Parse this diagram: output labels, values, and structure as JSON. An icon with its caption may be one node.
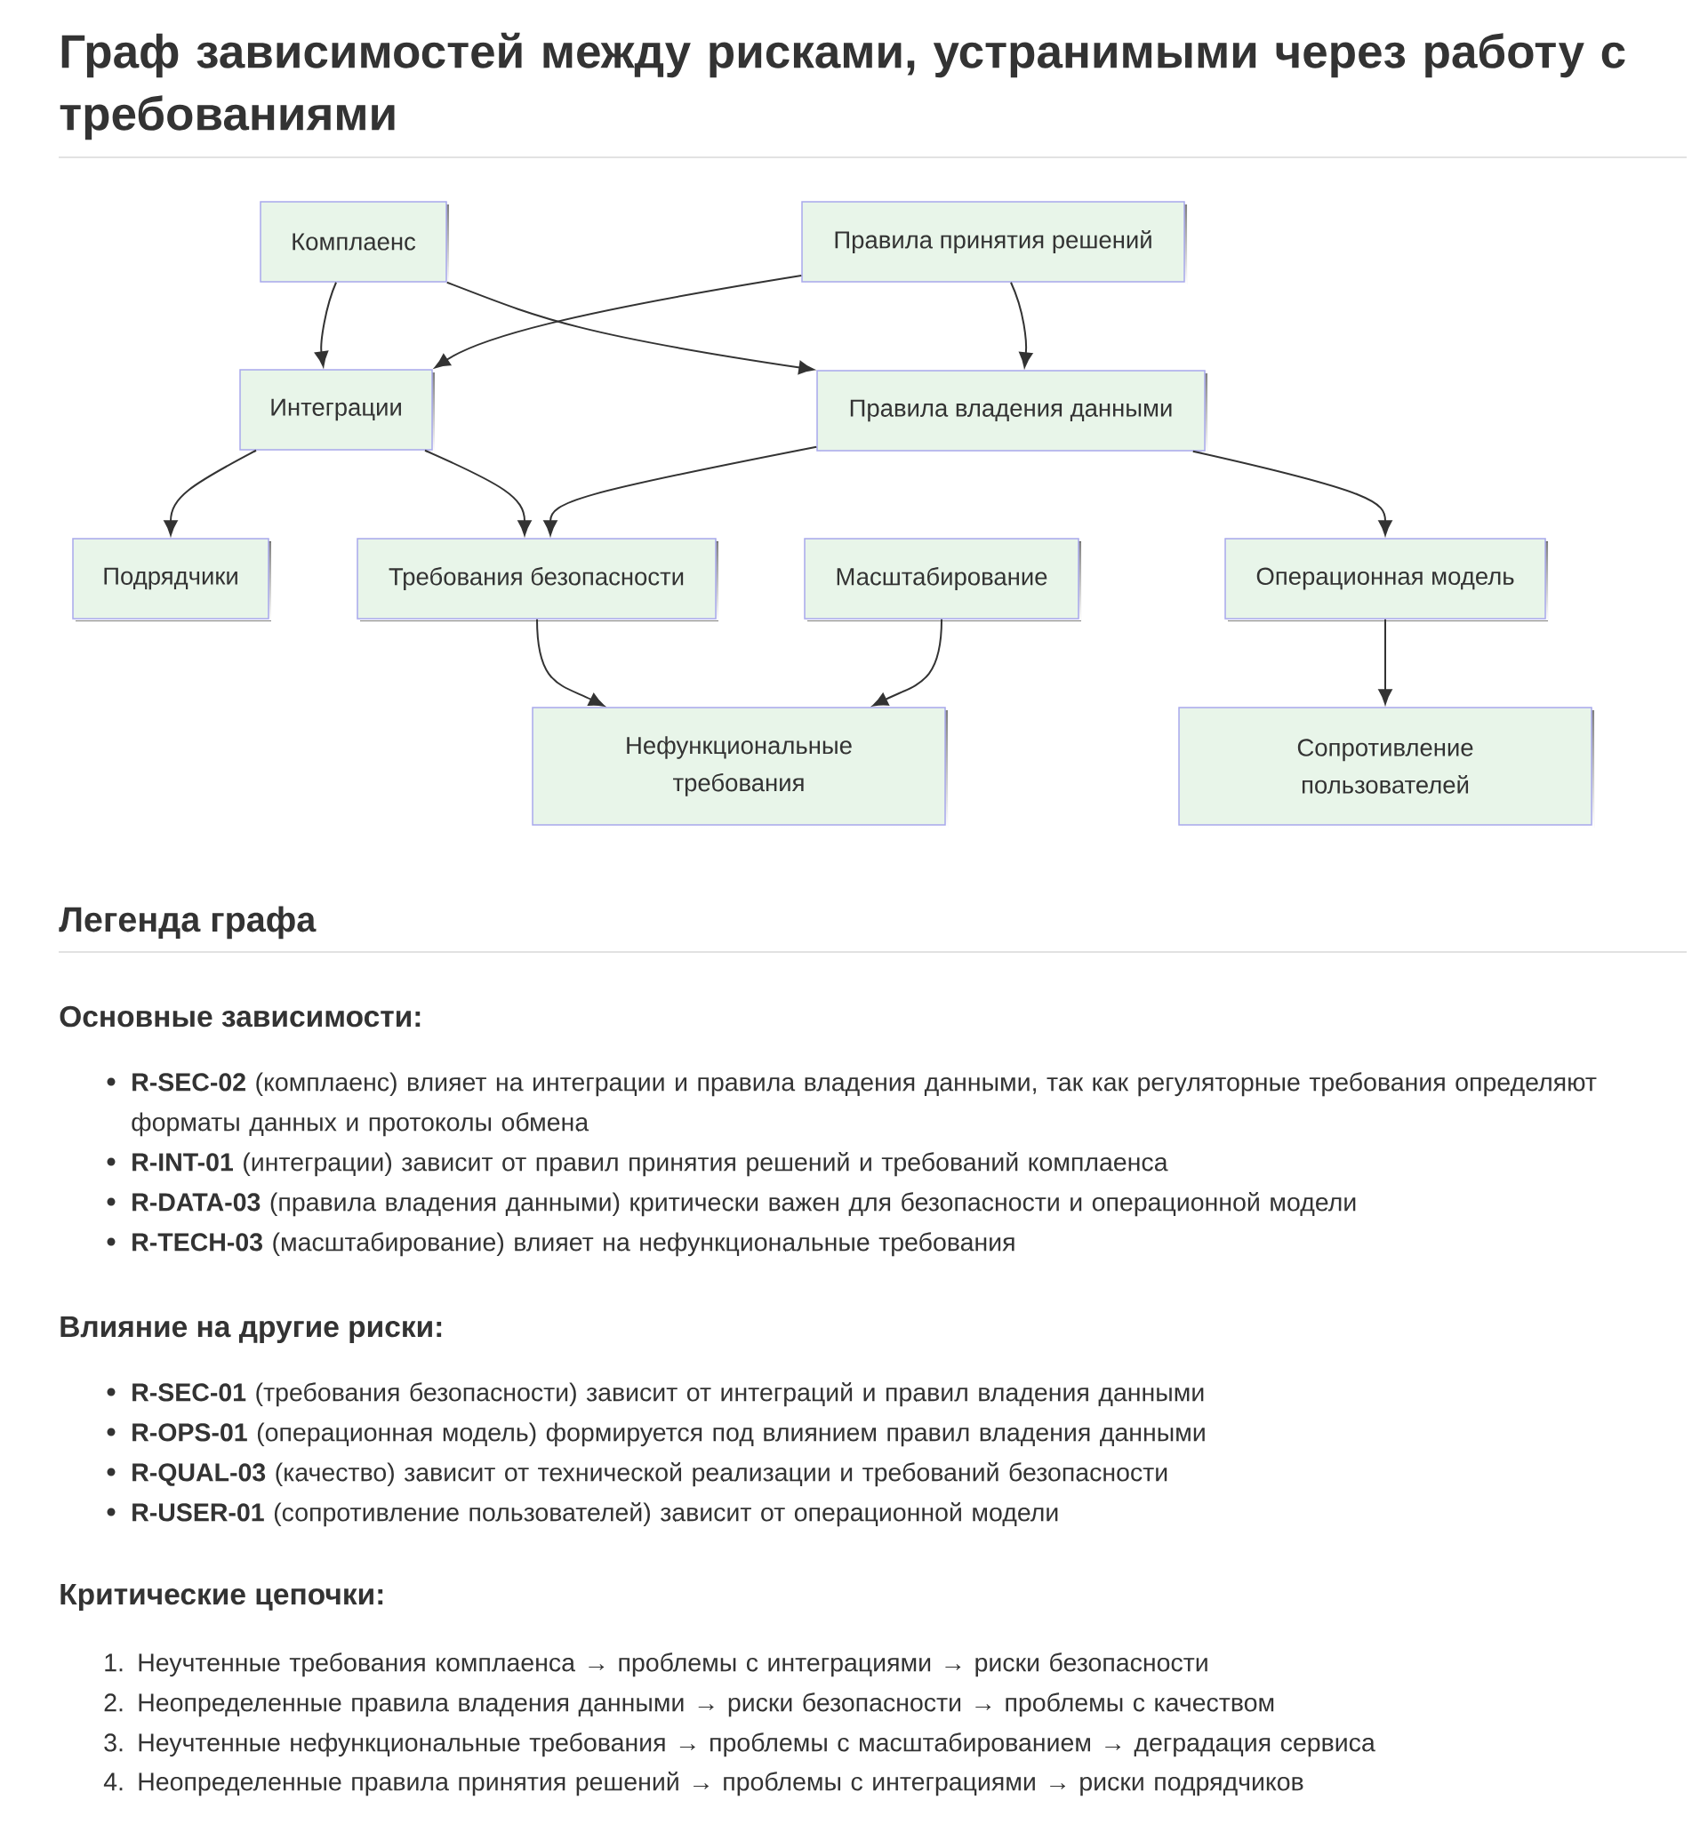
{
  "diagram": {
    "title": "Граф зависимостей между рисками, устранимыми через работу с требованиями",
    "nodes": [
      {
        "text": [
          "Комплаенс"
        ]
      },
      {
        "text": [
          "Правила принятия решений"
        ]
      },
      {
        "text": [
          "Интеграции"
        ]
      },
      {
        "text": [
          "Правила владения данными"
        ]
      },
      {
        "text": [
          "Подрядчики"
        ]
      },
      {
        "text": [
          "Требования безопасности"
        ]
      },
      {
        "text": [
          "Масштабирование"
        ]
      },
      {
        "text": [
          "Операционная модель"
        ]
      },
      {
        "text": [
          "Нефункциональные требования"
        ]
      },
      {
        "text": [
          "Сопротивление пользователей"
        ]
      }
    ],
    "edges": [
      {
        "from": 0,
        "to": 2,
        "arrow": "to"
      },
      {
        "from": 0,
        "to": 3,
        "arrow": "to"
      },
      {
        "from": 1,
        "to": 2,
        "arrow": "to"
      },
      {
        "from": 1,
        "to": 3,
        "arrow": "to"
      },
      {
        "from": 2,
        "to": 4,
        "arrow": "to"
      },
      {
        "from": 2,
        "to": 5,
        "arrow": "to"
      },
      {
        "from": 3,
        "to": 5,
        "arrow": "to"
      },
      {
        "from": 3,
        "to": 7,
        "arrow": "to"
      },
      {
        "from": 5,
        "to": 8,
        "arrow": "to"
      },
      {
        "from": 6,
        "to": 8,
        "arrow": "to"
      },
      {
        "from": 7,
        "to": 9,
        "arrow": "to"
      }
    ],
    "labels": [
      "Легенда графа",
      "Основные зависимости:",
      "**R-SEC-02** (комплаенс) влияет на интеграции и правила владения данными, так как регуляторные требования определяют форматы данных и протоколы обмена",
      "**R-INT-01** (интеграции) зависит от правил принятия решений и требований комплаенса",
      "**R-DATA-03** (правила владения данными) критически важен для безопасности и операционной модели",
      "**R-TECH-03** (масштабирование) влияет на нефункциональные требования",
      "Влияние на другие риски:",
      "**R-SEC-01** (требования безопасности) зависит от интеграций и правил владения данными",
      "**R-OPS-01** (операционная модель) формируется под влиянием правил владения данными",
      "**R-QUAL-03** (качество) зависит от технической реализации и требований безопасности",
      "**R-USER-01** (сопротивление пользователей) зависит от операционной модели",
      "Критические цепочки:",
      "1. Неучтенные требования комплаенса → проблемы с интеграциями → риски безопасности",
      "2. Неопределенные правила владения данными → риски безопасности → проблемы с качеством",
      "3. Неучтенные нефункциональные требования → проблемы с масштабированием → деградация сервиса",
      "4. Неопределенные правила принятия решений → проблемы с интеграциями → риски подрядчиков"
    ]
  }
}
